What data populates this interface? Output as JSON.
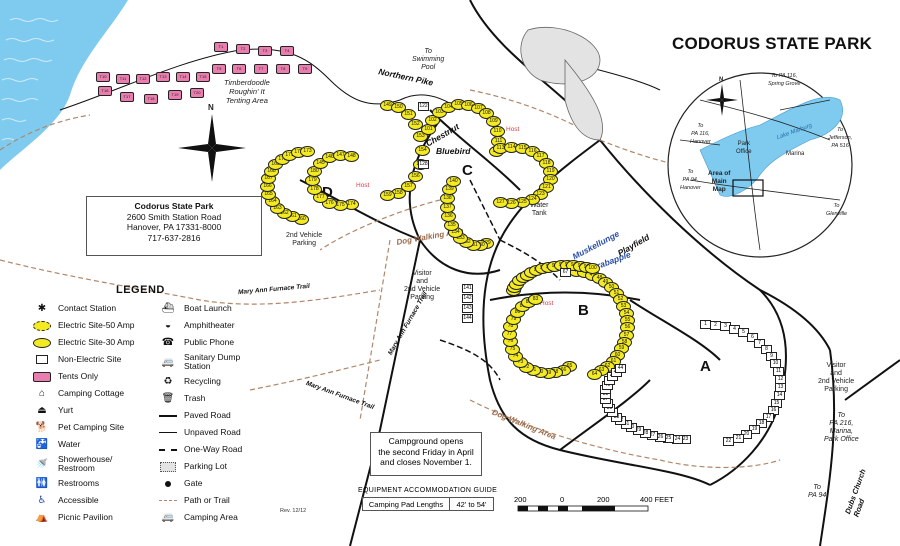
{
  "title": "CODORUS STATE PARK",
  "info": {
    "name": "Codorus State Park",
    "address": "2600 Smith Station Road",
    "city": "Hanover, PA 17331-8000",
    "phone": "717-637-2816"
  },
  "legend": {
    "title": "LEGEND",
    "left": [
      {
        "icon": "contact-station-icon",
        "glyph": "✱",
        "label": "Contact Station"
      },
      {
        "icon": "electric-50-icon",
        "glyph": "",
        "label": "Electric Site-50 Amp"
      },
      {
        "icon": "electric-30-icon",
        "glyph": "",
        "label": "Electric Site-30 Amp"
      },
      {
        "icon": "non-electric-icon",
        "glyph": "",
        "label": "Non-Electric Site"
      },
      {
        "icon": "tents-only-icon",
        "glyph": "",
        "label": "Tents Only"
      },
      {
        "icon": "camping-cottage-icon",
        "glyph": "⌂",
        "label": "Camping Cottage"
      },
      {
        "icon": "yurt-icon",
        "glyph": "⏏",
        "label": "Yurt"
      },
      {
        "icon": "pet-camping-icon",
        "glyph": "🐕",
        "label": "Pet Camping Site"
      },
      {
        "icon": "water-icon",
        "glyph": "🚰",
        "label": "Water"
      },
      {
        "icon": "showerhouse-icon",
        "glyph": "🚿",
        "label": "Showerhouse/\nRestroom"
      },
      {
        "icon": "restrooms-icon",
        "glyph": "🚻",
        "label": "Restrooms"
      },
      {
        "icon": "accessible-icon",
        "glyph": "♿",
        "label": "Accessible"
      },
      {
        "icon": "picnic-pavilion-icon",
        "glyph": "⛺",
        "label": "Picnic Pavilion"
      }
    ],
    "right": [
      {
        "icon": "boat-launch-icon",
        "glyph": "⛴",
        "label": "Boat Launch"
      },
      {
        "icon": "amphitheater-icon",
        "glyph": "◒",
        "label": "Amphitheater"
      },
      {
        "icon": "public-phone-icon",
        "glyph": "☎",
        "label": "Public Phone"
      },
      {
        "icon": "sanitary-dump-icon",
        "glyph": "🚐",
        "label": "Sanitary Dump\nStation"
      },
      {
        "icon": "recycling-icon",
        "glyph": "♻",
        "label": "Recycling"
      },
      {
        "icon": "trash-icon",
        "glyph": "🗑",
        "label": "Trash"
      },
      {
        "icon": "paved-road-icon",
        "glyph": "",
        "label": "Paved Road"
      },
      {
        "icon": "unpaved-road-icon",
        "glyph": "",
        "label": "Unpaved Road"
      },
      {
        "icon": "one-way-road-icon",
        "glyph": "",
        "label": "One-Way Road"
      },
      {
        "icon": "parking-lot-icon",
        "glyph": "",
        "label": "Parking Lot"
      },
      {
        "icon": "gate-icon",
        "glyph": "",
        "label": "Gate"
      },
      {
        "icon": "path-trail-icon",
        "glyph": "",
        "label": "Path or Trail"
      },
      {
        "icon": "camping-area-icon",
        "glyph": "🚐",
        "label": "Camping Area"
      }
    ]
  },
  "notice": {
    "line1": "Campground opens",
    "line2": "the second Friday in April",
    "line3": "and closes November 1."
  },
  "equipment": {
    "title": "EQUIPMENT ACCOMMODATION GUIDE",
    "label": "Camping Pad Lengths",
    "value": "42' to 54'"
  },
  "scale": {
    "left": "200",
    "zero": "0",
    "mid": "200",
    "right": "400 FEET"
  },
  "revision": "Rev. 12/12",
  "areas": {
    "a": "A",
    "b": "B",
    "c": "C",
    "d": "D"
  },
  "streets": {
    "northern_pike": "Northern Pike",
    "chestnut": "Chestnut",
    "bluebird": "Bluebird",
    "muskellunge": "Muskellunge",
    "crabapple": "Crabapple",
    "playfield": "Playfield",
    "mary_ann_1": "Mary Ann Furnace Trail",
    "mary_ann_2": "Mary Ann Furnace Trail",
    "mary_ann_3": "Mary Ann Furnace Trail",
    "dog_walking_1": "Dog Walking Area",
    "dog_walking_2": "Dog Walking Area"
  },
  "labels": {
    "swimming_pool": "To\nSwimming\nPool",
    "timberdoodle": "Timberdoodle\nRoughin' It\nTenting Area",
    "water_tank": "Water\nTank",
    "parking_2nd_d": "2nd Vehicle\nParking",
    "visitor_parking": "Visitor\nand\n2nd Vehicle\nParking",
    "visitor_parking_east": "Visitor\nand\n2nd Vehicle\nParking",
    "to_pa216": "To\nPA 216,\nMarina,\nPark Office",
    "to_pa94": "To\nPA 94",
    "dubs_church": "Dubs Church\nRoad",
    "host": "Host",
    "north": "N"
  },
  "inset": {
    "to_pa116_spring": "To PA 116,\nSpring Grove",
    "to_pa116_hanover": "To\nPA 116,\nHanover",
    "to_jefferson": "To\nJefferson,\nPA 516",
    "to_pa94": "To\nPA 94,\nHanover",
    "to_glenville": "To\nGlenville",
    "park_office": "Park\nOffice",
    "marina": "Marina",
    "area_of_map": "Area of\nMain\nMap",
    "lake": "Lake Marburg",
    "north": "N"
  },
  "sites": {
    "d": [
      "160",
      "161",
      "162",
      "163",
      "164",
      "165",
      "166",
      "167",
      "168",
      "169",
      "170",
      "171",
      "172",
      "173",
      "174",
      "175",
      "176",
      "177",
      "178",
      "179",
      "180",
      "145",
      "146",
      "147",
      "148",
      "149",
      "150",
      "151",
      "152",
      "153",
      "154",
      "155",
      "156",
      "157",
      "158",
      "159"
    ],
    "c": [
      "101",
      "102",
      "103",
      "104",
      "105",
      "106",
      "107",
      "108",
      "109",
      "110",
      "111",
      "112",
      "113",
      "114",
      "115",
      "116",
      "117",
      "118",
      "119",
      "120",
      "121",
      "123",
      "124",
      "125",
      "126",
      "127",
      "129",
      "130",
      "131",
      "132",
      "133",
      "134",
      "135",
      "136",
      "137",
      "138",
      "139",
      "140"
    ],
    "b": [
      "45",
      "46",
      "47",
      "48",
      "49",
      "50",
      "51",
      "52",
      "53",
      "54",
      "55",
      "56",
      "57",
      "58",
      "59",
      "60",
      "61",
      "62",
      "63",
      "64",
      "65",
      "66",
      "68",
      "69",
      "70",
      "71",
      "72",
      "73",
      "74",
      "75",
      "76",
      "77",
      "78",
      "79",
      "80",
      "81",
      "82",
      "83",
      "84",
      "85",
      "86",
      "87",
      "88",
      "89",
      "90",
      "91",
      "92",
      "93",
      "94",
      "95",
      "96",
      "97",
      "98",
      "99",
      "100"
    ],
    "a": [
      "1",
      "2",
      "3",
      "4",
      "5",
      "6",
      "7",
      "8",
      "9",
      "10",
      "11",
      "12",
      "13",
      "14",
      "15",
      "16",
      "17",
      "18",
      "19",
      "20",
      "21",
      "22",
      "23",
      "24",
      "25",
      "26",
      "27",
      "28",
      "29",
      "30",
      "31",
      "32",
      "33",
      "34",
      "35",
      "36",
      "37",
      "38",
      "39",
      "40",
      "41",
      "42",
      "43",
      "44"
    ],
    "b_ne": [
      "141",
      "142",
      "143",
      "144"
    ],
    "c_cottage": [
      "122",
      "128"
    ],
    "b_cottage": [
      "67"
    ],
    "tents": [
      "T1",
      "T2",
      "T3",
      "T4",
      "T5",
      "T6",
      "T7",
      "T8",
      "T9",
      "T10",
      "T11",
      "T12",
      "T13",
      "T14",
      "T15",
      "T16",
      "T17",
      "T18",
      "T19",
      "T20"
    ]
  },
  "colors": {
    "electric": "#f4ea22",
    "tent": "#e87dae",
    "water": "#6cc0ec",
    "trail": "#b0876a",
    "host": "#d9434b",
    "accessible": "#2a4fa6"
  }
}
